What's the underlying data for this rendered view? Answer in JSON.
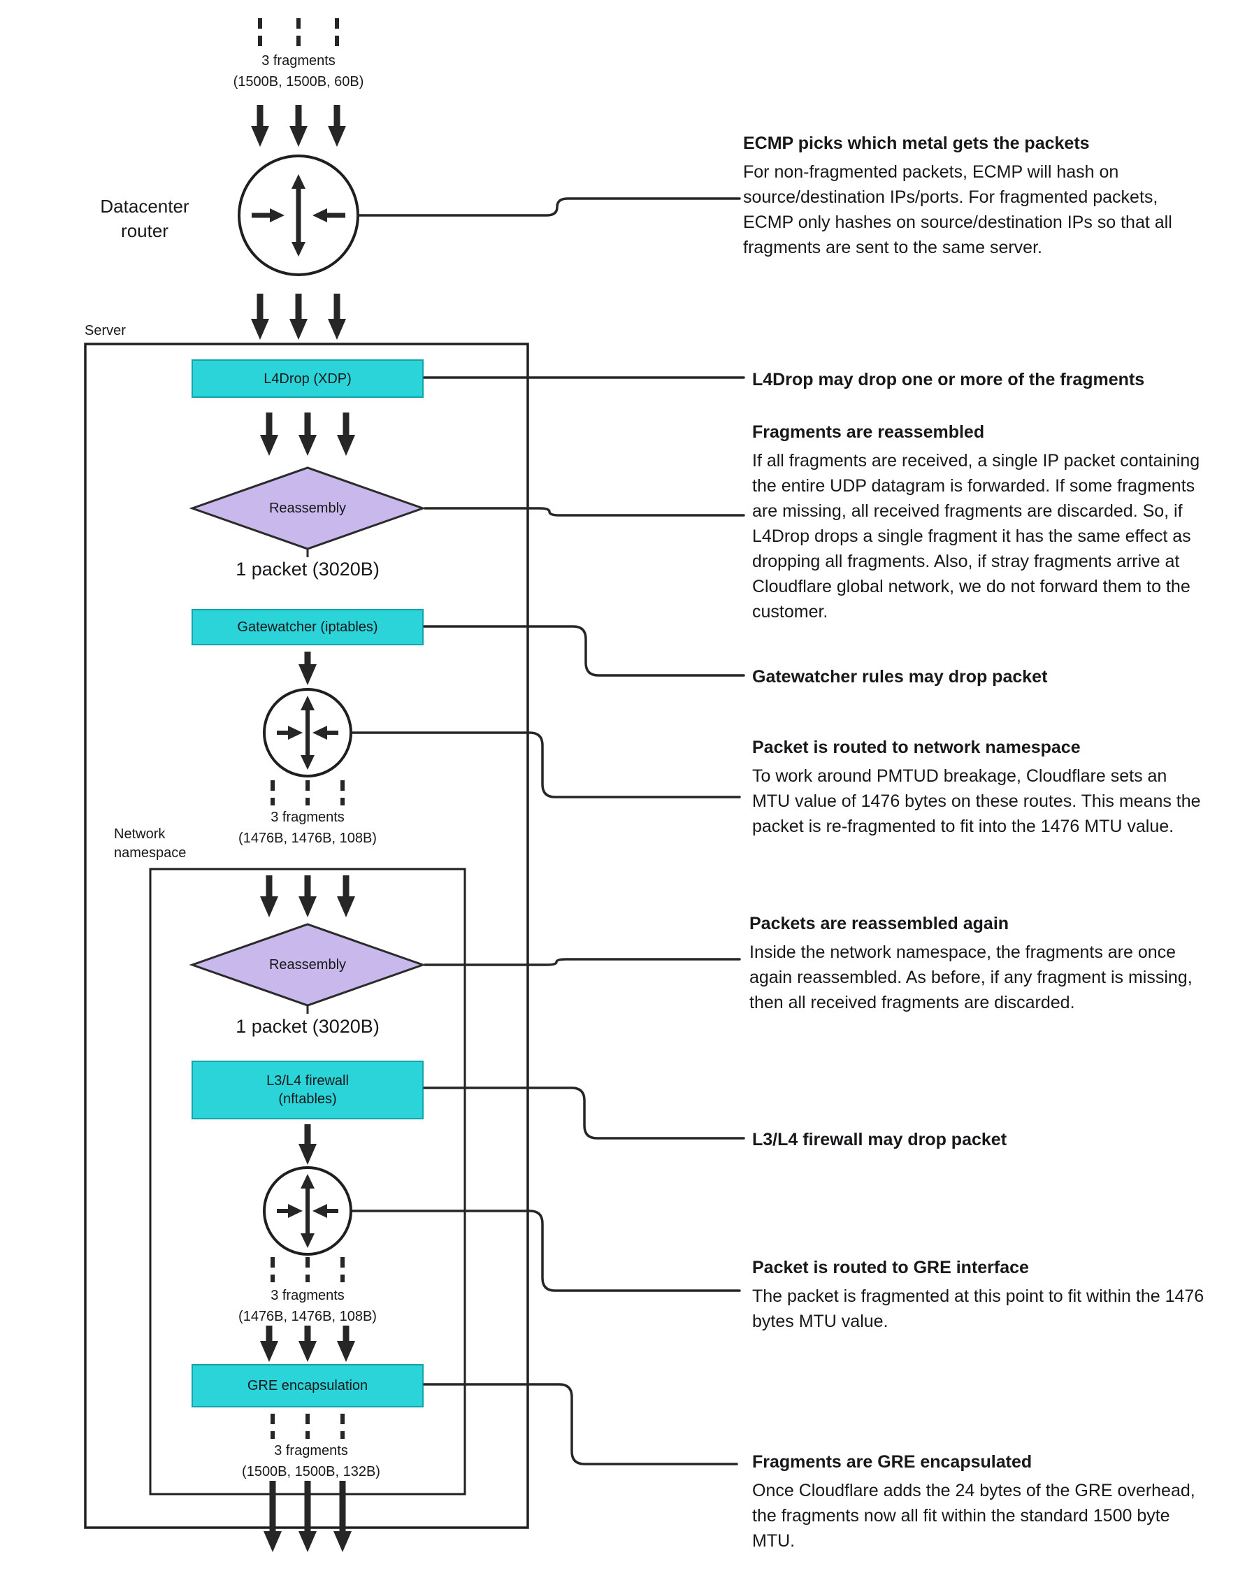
{
  "colors": {
    "accent_cyan": "#2BD4D9",
    "accent_purple": "#C9B8EC",
    "line": "#262626"
  },
  "labels": {
    "datacenter_router": "Datacenter router",
    "server": "Server",
    "network_namespace": "Network namespace"
  },
  "nodes": {
    "l4drop": "L4Drop (XDP)",
    "reassembly_1": "Reassembly",
    "packet_1": "1 packet (3020B)",
    "gatewatcher": "Gatewatcher (iptables)",
    "reassembly_2": "Reassembly",
    "packet_2": "1 packet (3020B)",
    "firewall_line1": "L3/L4 firewall",
    "firewall_line2": "(nftables)",
    "gre": "GRE encapsulation"
  },
  "fragments": {
    "top": {
      "label": "3 fragments",
      "sizes": "(1500B, 1500B, 60B)"
    },
    "mid1": {
      "label": "3 fragments",
      "sizes": "(1476B, 1476B, 108B)"
    },
    "mid2": {
      "label": "3 fragments",
      "sizes": "(1476B, 1476B, 108B)"
    },
    "bottom": {
      "label": "3 fragments",
      "sizes": "(1500B, 1500B, 132B)"
    }
  },
  "annotations": [
    {
      "title": "ECMP picks which metal gets the packets",
      "body": "For non-fragmented packets, ECMP will hash on source/destination IPs/ports. For fragmented packets, ECMP only hashes on source/destination IPs so that all fragments are sent to the same server."
    },
    {
      "title": "L4Drop may drop one or more of the fragments"
    },
    {
      "title": "Fragments are reassembled",
      "body": "If all fragments are received, a single IP packet containing the entire UDP datagram is forwarded. If some fragments are missing, all received fragments are discarded. So, if L4Drop drops a single fragment it has the same effect as dropping all fragments. Also, if stray fragments arrive at Cloudflare global network, we do not forward them to the customer."
    },
    {
      "title": "Gatewatcher rules may drop packet"
    },
    {
      "title": "Packet is routed to network namespace",
      "body": "To work around PMTUD breakage, Cloudflare sets an MTU value of 1476 bytes on these routes. This means the packet is re-fragmented to fit into the 1476 MTU value."
    },
    {
      "title": "Packets are reassembled again",
      "body": "Inside the network namespace, the fragments are once again reassembled. As before, if any fragment is missing, then all received fragments are discarded."
    },
    {
      "title": "L3/L4 firewall may drop packet"
    },
    {
      "title": "Packet is routed to GRE interface",
      "body": "The packet is fragmented at this point to fit within the 1476 bytes MTU value."
    },
    {
      "title": "Fragments are GRE encapsulated",
      "body": "Once Cloudflare adds the 24 bytes of the GRE overhead, the fragments now all fit within the standard 1500 byte MTU."
    }
  ]
}
